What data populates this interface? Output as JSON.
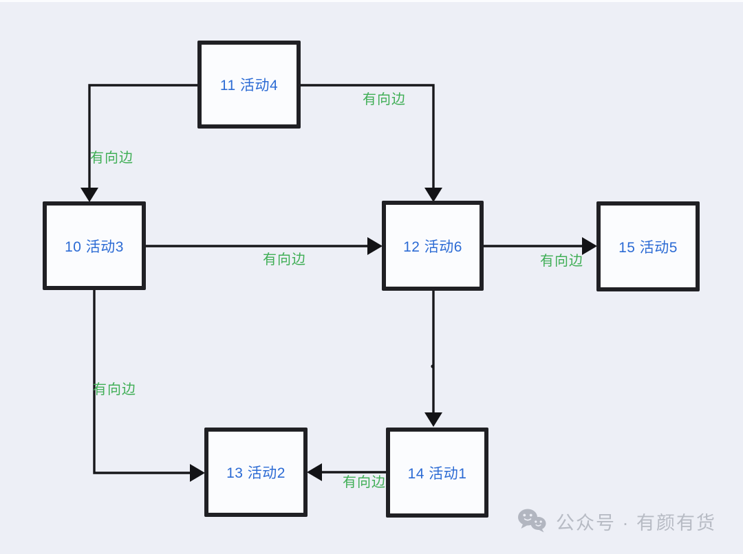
{
  "colors": {
    "background": "#edeff6",
    "node_fill": "#fbfcfe",
    "node_border": "#202024",
    "node_text": "#2c6bd4",
    "edge_line": "#17171a",
    "edge_label_green": "#3fae55",
    "watermark_gray": "#b7bbc4"
  },
  "diagram": {
    "type": "directed-graph",
    "nodes": [
      {
        "id": "11",
        "label": "11 活动4"
      },
      {
        "id": "10",
        "label": "10 活动3"
      },
      {
        "id": "12",
        "label": "12 活动6"
      },
      {
        "id": "15",
        "label": "15 活动5"
      },
      {
        "id": "13",
        "label": "13 活动2"
      },
      {
        "id": "14",
        "label": "14 活动1"
      }
    ],
    "edges": [
      {
        "from": "11 活动4",
        "to": "10 活动3",
        "label": "有向边"
      },
      {
        "from": "11 活动4",
        "to": "12 活动6",
        "label": "有向边"
      },
      {
        "from": "10 活动3",
        "to": "12 活动6",
        "label": "有向边"
      },
      {
        "from": "12 活动6",
        "to": "15 活动5",
        "label": "有向边"
      },
      {
        "from": "12 活动6",
        "to": "14 活动1",
        "label": ""
      },
      {
        "from": "10 活动3",
        "to": "13 活动2",
        "label": "有向边"
      },
      {
        "from": "14 活动1",
        "to": "13 活动2",
        "label": "有向边"
      }
    ]
  },
  "watermark": {
    "icon": "wechat-icon",
    "text": "公众号 · 有颜有货"
  }
}
